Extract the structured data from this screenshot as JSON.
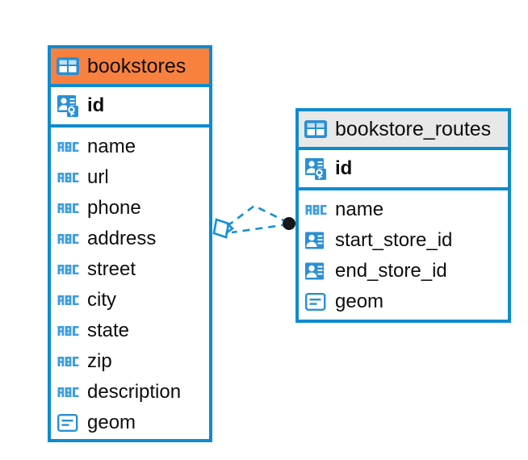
{
  "diagram": {
    "type": "entity-relationship-diagram",
    "background_color": "#ffffff",
    "accent_color": "#0e8bd0",
    "highlight_color": "#f9813f",
    "header_grey": "#e8e8e8",
    "text_color": "#0d0d0d"
  },
  "entities": [
    {
      "name": "bookstores",
      "header_style": "orange",
      "table_icon": "table-icon",
      "primary_keys": [
        {
          "label": "id",
          "icon": "primary-key-icon"
        }
      ],
      "fields": [
        {
          "label": "name",
          "icon": "abc-text-icon"
        },
        {
          "label": "url",
          "icon": "abc-text-icon"
        },
        {
          "label": "phone",
          "icon": "abc-text-icon"
        },
        {
          "label": "address",
          "icon": "abc-text-icon"
        },
        {
          "label": "street",
          "icon": "abc-text-icon"
        },
        {
          "label": "city",
          "icon": "abc-text-icon"
        },
        {
          "label": "state",
          "icon": "abc-text-icon"
        },
        {
          "label": "zip",
          "icon": "abc-text-icon"
        },
        {
          "label": "description",
          "icon": "abc-text-icon"
        },
        {
          "label": "geom",
          "icon": "geometry-icon"
        }
      ]
    },
    {
      "name": "bookstore_routes",
      "header_style": "grey",
      "table_icon": "table-icon",
      "primary_keys": [
        {
          "label": "id",
          "icon": "primary-key-icon"
        }
      ],
      "fields": [
        {
          "label": "name",
          "icon": "abc-text-icon"
        },
        {
          "label": "start_store_id",
          "icon": "foreign-key-icon"
        },
        {
          "label": "end_store_id",
          "icon": "foreign-key-icon"
        },
        {
          "label": "geom",
          "icon": "geometry-icon"
        }
      ]
    }
  ],
  "relationships": [
    {
      "from_entity": "bookstores",
      "to_entity": "bookstore_routes",
      "line_style": "dashed",
      "color": "#0e8bd0",
      "source_marker": "crows-foot-marker",
      "target_marker": "filled-dot-marker"
    }
  ]
}
